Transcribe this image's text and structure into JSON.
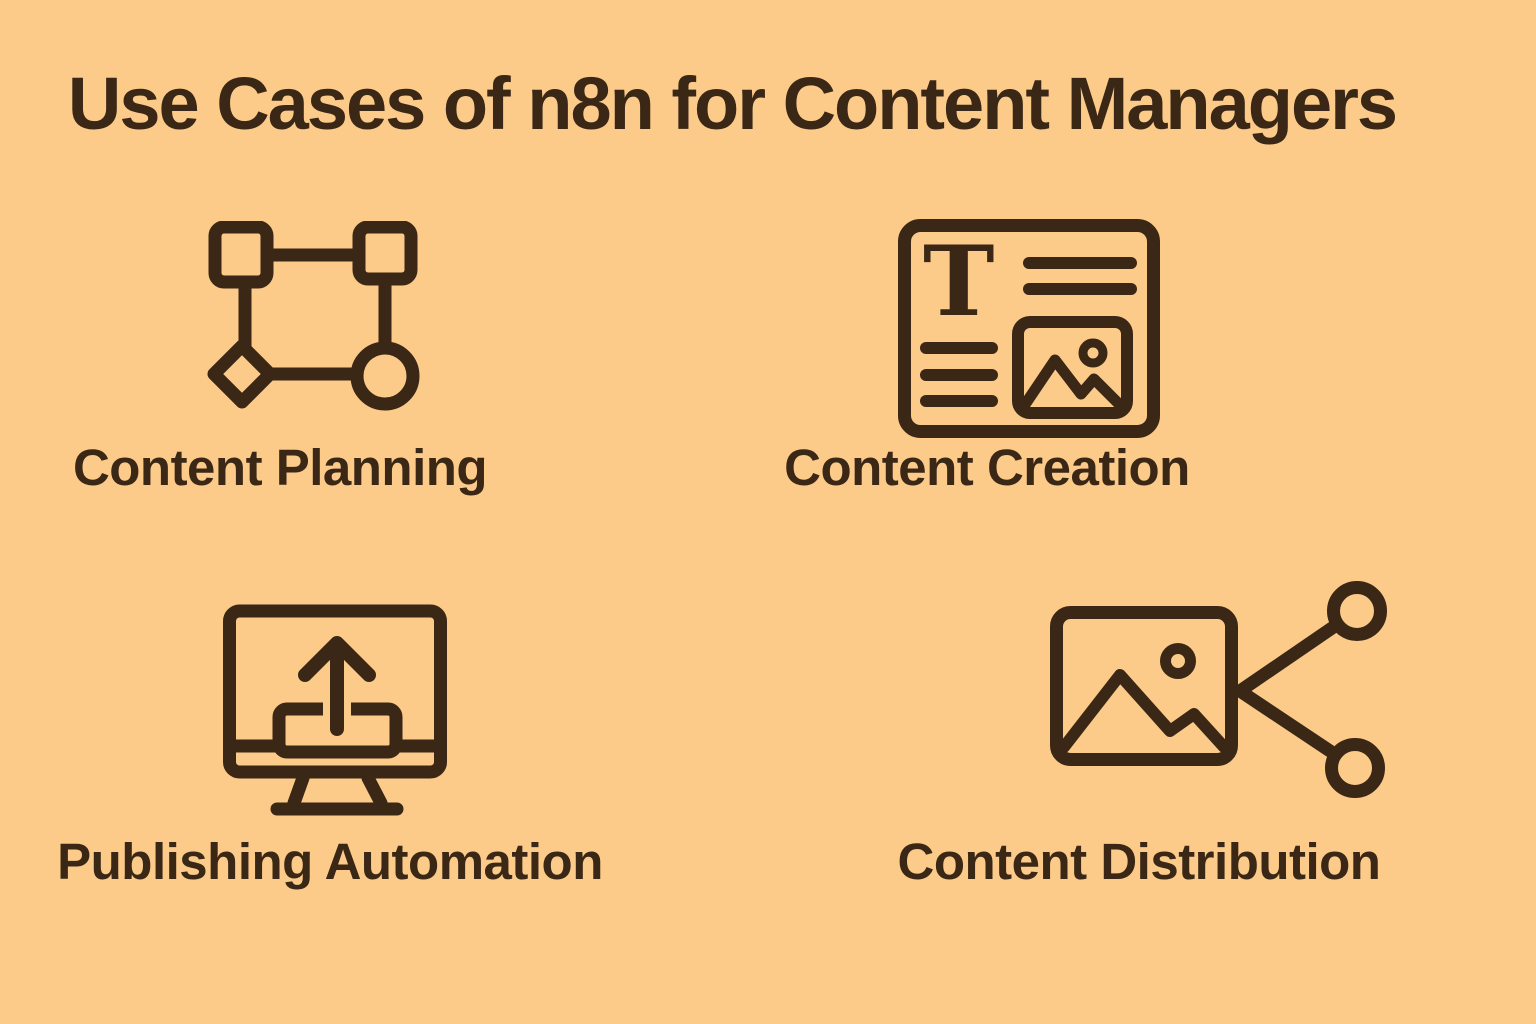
{
  "title": "Use Cases of n8n for Content Managers",
  "colors": {
    "background": "#FCCA89",
    "ink": "#3A2715"
  },
  "use_cases": [
    {
      "label": "Content Planning",
      "icon": "workflow-diagram-icon"
    },
    {
      "label": "Content Creation",
      "icon": "document-text-image-icon",
      "glyph": "T"
    },
    {
      "label": "Publishing Automation",
      "icon": "monitor-upload-icon"
    },
    {
      "label": "Content Distribution",
      "icon": "image-share-icon"
    }
  ]
}
